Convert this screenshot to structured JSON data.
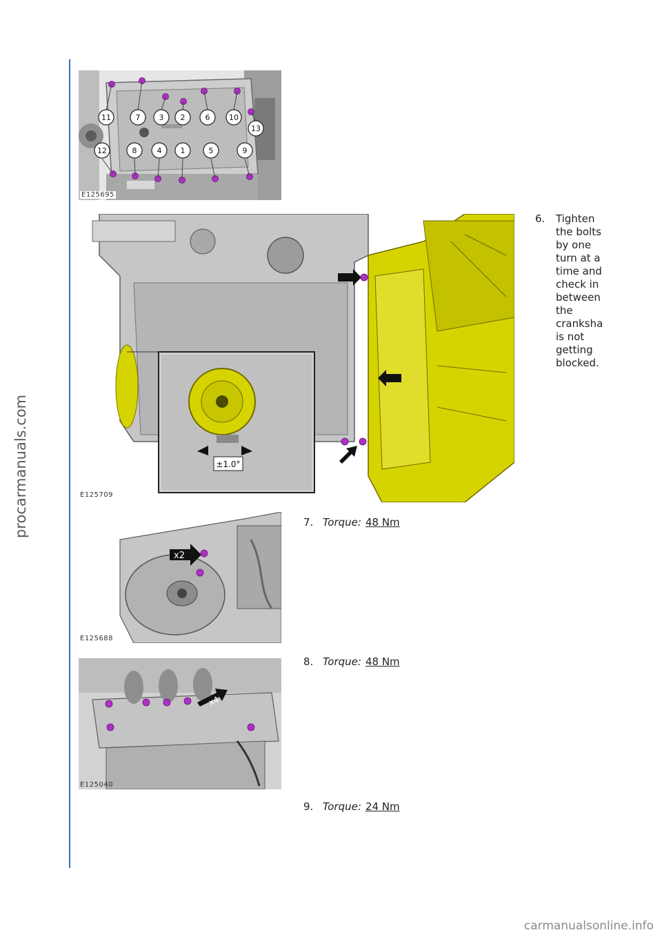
{
  "side_watermark": "procarmanuals.com",
  "footer_watermark": "carmanualsonline.info",
  "figures": {
    "fig1": {
      "code": "E125695",
      "bolt_sequence": [
        "11",
        "7",
        "3",
        "2",
        "6",
        "10",
        "13",
        "12",
        "8",
        "4",
        "1",
        "5",
        "9"
      ]
    },
    "fig2": {
      "code": "E125709",
      "angle_label": "±1.0°"
    },
    "fig3": {
      "code": "E125688",
      "count_label": "x2"
    },
    "fig4": {
      "code": "E125040",
      "count_label": "x4"
    }
  },
  "steps": {
    "step6": {
      "number": "6.",
      "lines": [
        "Tighten",
        "the bolts",
        "by one",
        "turn at a",
        "time and",
        "check in",
        "between",
        "the",
        "cranksha",
        "is not",
        "getting",
        "blocked."
      ]
    },
    "step7": {
      "number": "7.",
      "label": "Torque:",
      "value": "48 Nm"
    },
    "step8": {
      "number": "8.",
      "label": "Torque:",
      "value": "48 Nm"
    },
    "step9": {
      "number": "9.",
      "label": "Torque:",
      "value": "24 Nm"
    }
  },
  "colors": {
    "rule": "#3b6db5",
    "bolt": "#b12fc9",
    "transmission": "#d6d400",
    "engine": "#c8c8c8"
  }
}
